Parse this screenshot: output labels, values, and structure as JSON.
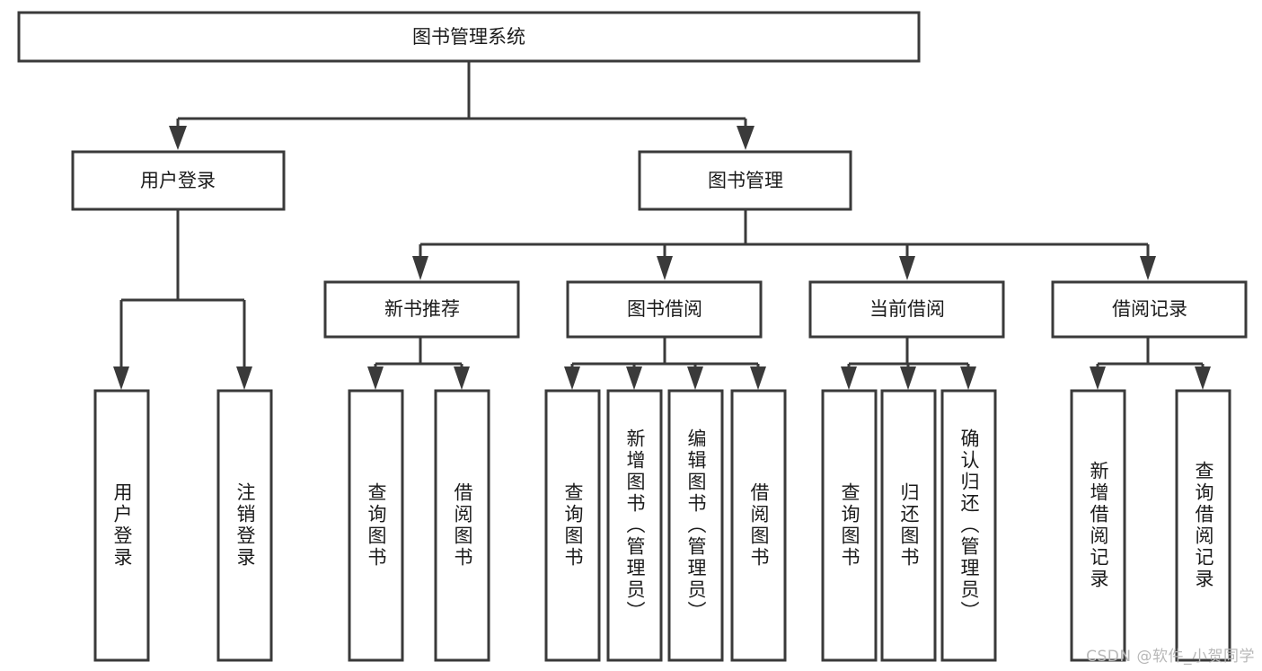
{
  "diagram": {
    "title": "图书管理系统",
    "type": "tree",
    "orientation": "top-down",
    "root": {
      "label": "图书管理系统",
      "children": [
        {
          "label": "用户登录",
          "children": [
            {
              "label": "用户登录",
              "orientation": "vertical"
            },
            {
              "label": "注销登录",
              "orientation": "vertical"
            }
          ]
        },
        {
          "label": "图书管理",
          "children": [
            {
              "label": "新书推荐",
              "children": [
                {
                  "label": "查询图书",
                  "orientation": "vertical"
                },
                {
                  "label": "借阅图书",
                  "orientation": "vertical"
                }
              ]
            },
            {
              "label": "图书借阅",
              "children": [
                {
                  "label": "查询图书",
                  "orientation": "vertical"
                },
                {
                  "label": "新增图书（管理员）",
                  "orientation": "vertical"
                },
                {
                  "label": "编辑图书（管理员）",
                  "orientation": "vertical"
                },
                {
                  "label": "借阅图书",
                  "orientation": "vertical"
                }
              ]
            },
            {
              "label": "当前借阅",
              "children": [
                {
                  "label": "查询图书",
                  "orientation": "vertical"
                },
                {
                  "label": "归还图书",
                  "orientation": "vertical"
                },
                {
                  "label": "确认归还（管理员）",
                  "orientation": "vertical"
                }
              ]
            },
            {
              "label": "借阅记录",
              "children": [
                {
                  "label": "新增借阅记录",
                  "orientation": "vertical"
                },
                {
                  "label": "查询借阅记录",
                  "orientation": "vertical"
                }
              ]
            }
          ]
        }
      ]
    },
    "nodes": {
      "n_root": {
        "label": "图书管理系统"
      },
      "n_l2_1": {
        "label": "用户登录"
      },
      "n_l2_2": {
        "label": "图书管理"
      },
      "n_l3_1": {
        "label": "新书推荐"
      },
      "n_l3_2": {
        "label": "图书借阅"
      },
      "n_l3_3": {
        "label": "当前借阅"
      },
      "n_l3_4": {
        "label": "借阅记录"
      },
      "n_leaf_1": {
        "label": "用户登录"
      },
      "n_leaf_2": {
        "label": "注销登录"
      },
      "n_leaf_3": {
        "label": "查询图书"
      },
      "n_leaf_4": {
        "label": "借阅图书"
      },
      "n_leaf_5": {
        "label": "查询图书"
      },
      "n_leaf_6": {
        "label": "新增图书（管理员）"
      },
      "n_leaf_7": {
        "label": "编辑图书（管理员）"
      },
      "n_leaf_8": {
        "label": "借阅图书"
      },
      "n_leaf_9": {
        "label": "查询图书"
      },
      "n_leaf_10": {
        "label": "归还图书"
      },
      "n_leaf_11": {
        "label": "确认归还（管理员）"
      },
      "n_leaf_12": {
        "label": "新增借阅记录"
      },
      "n_leaf_13": {
        "label": "查询借阅记录"
      }
    },
    "colors": {
      "stroke": "#3a3a3a",
      "fill": "#ffffff",
      "text": "#1b1b1b",
      "watermark": "#b8b8b8",
      "background": "#ffffff"
    }
  },
  "watermark": {
    "text": "CSDN @软件_小贺同学"
  }
}
